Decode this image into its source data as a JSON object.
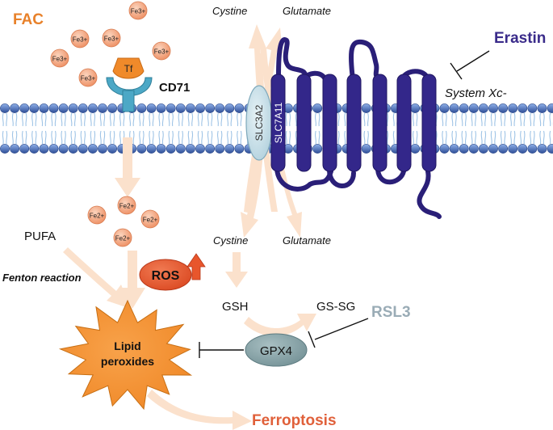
{
  "labels": {
    "fac": "FAC",
    "fe3": "Fe3+",
    "tf": "Tf",
    "cd71": "CD71",
    "slc3a2": "SLC3A2",
    "slc7a11": "SLC7A11",
    "cystine_out": "Cystine",
    "glutamate_out": "Glutamate",
    "erastin": "Erastin",
    "system_xc": "System Xc-",
    "fe2": "Fe2+",
    "pufa": "PUFA",
    "fenton": "Fenton reaction",
    "ros": "ROS",
    "cystine_in": "Cystine",
    "glutamate_in": "Glutamate",
    "gsh": "GSH",
    "gssg": "GS-SG",
    "rsl3": "RSL3",
    "gpx4": "GPX4",
    "lipid_line1": "Lipid",
    "lipid_line2": "peroxides",
    "ferroptosis": "Ferroptosis"
  },
  "colors": {
    "fac_orange": "#e8812a",
    "erastin_purple": "#3a2b8a",
    "protein_purple": "#33278a",
    "membrane_blue": "#3e5fa8",
    "ros_red": "#e45a32",
    "rsl3_gray": "#9aacb6",
    "gpx4_gray": "#7e9ba0",
    "ferroptosis_red": "#e0603a",
    "arrow_peach": "#fbe1cc",
    "iron_ball": "#f3a57e",
    "lipid_star": "#f49233",
    "cd71_blue": "#4ca8c6"
  }
}
